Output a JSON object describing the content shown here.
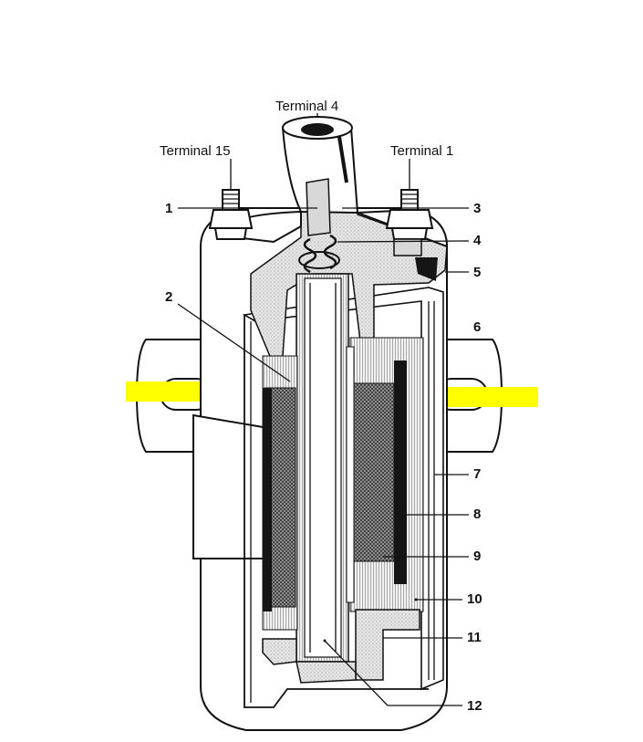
{
  "terminals": {
    "t4": "Terminal 4",
    "t15": "Terminal 15",
    "t1": "Terminal 1"
  },
  "callouts": {
    "n1": "1",
    "n2": "2",
    "n3": "3",
    "n4": "4",
    "n5": "5",
    "n6": "6",
    "n7": "7",
    "n8": "8",
    "n9": "9",
    "n10": "10",
    "n11": "11",
    "n12": "12"
  },
  "highlight_color": "#ffff00"
}
